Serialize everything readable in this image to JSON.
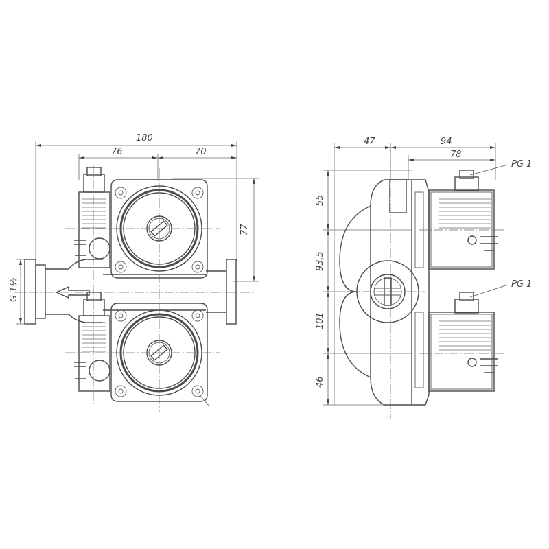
{
  "front_view": {
    "dims": {
      "overall_width": "180",
      "left_width": "76",
      "right_width": "70",
      "height_77": "77",
      "thread": "G 1½"
    }
  },
  "side_view": {
    "dims": {
      "left_47": "47",
      "right_94": "94",
      "inner_78": "78",
      "v_55": "55",
      "v_93": "93,5",
      "v_101": "101",
      "v_46": "46"
    },
    "callouts": {
      "top": "PG 1",
      "bottom": "PG 1"
    }
  },
  "colors": {
    "line": "#4a4a4a",
    "background": "#ffffff"
  }
}
